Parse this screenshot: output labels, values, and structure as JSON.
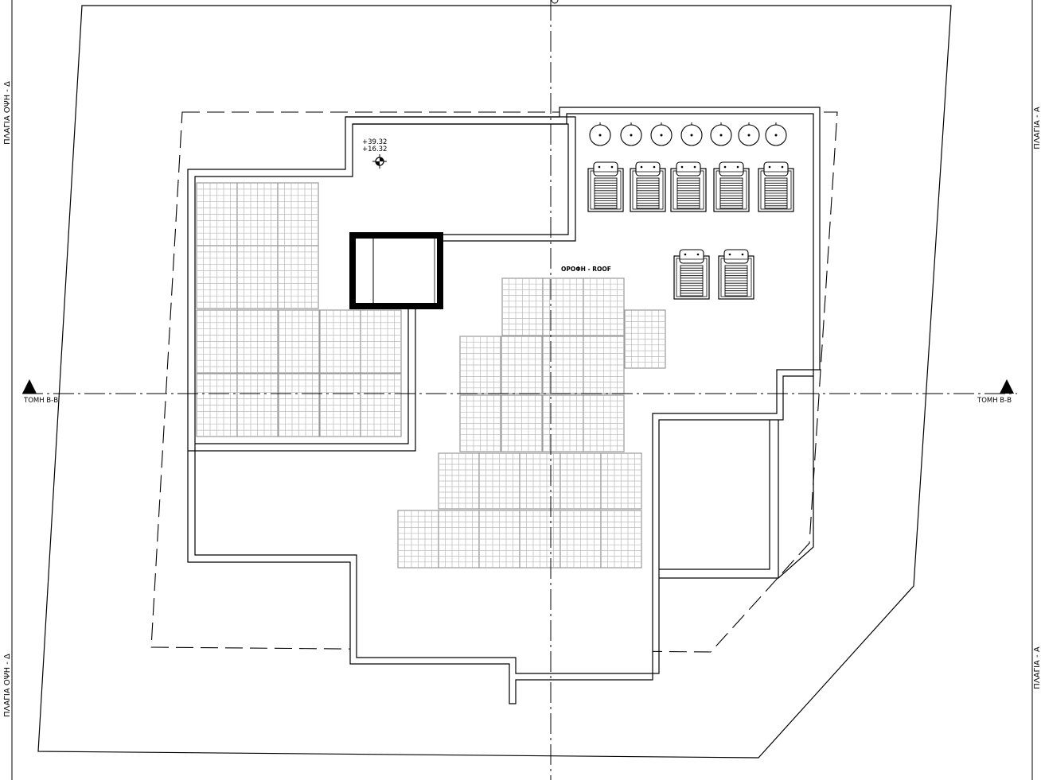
{
  "labels": {
    "side_view_d_top": "ΠΛΑΓΙΑ ΟΨΗ - Δ",
    "side_view_d_bottom": "ΠΛΑΓΙΑ ΟΨΗ - Δ",
    "side_a_top": "ΠΛΑΓΙΑ - Α",
    "side_a_bottom": "ΠΛΑΓΙΑ - Α",
    "section_left": "ΤΟΜΗ Β-Β",
    "section_right": "ΤΟΜΗ Β-Β",
    "level_top": "+39.32",
    "level_bottom": "+16.32",
    "roof": "ΟΡΟΦΗ - ROOF"
  },
  "colors": {
    "line": "#000000",
    "panel": "#9a9a9a",
    "panel_grid": "#b9b9b9",
    "background": "#ffffff"
  },
  "icons": {
    "section_marker": "section-marker-icon",
    "level_marker": "level-marker-icon",
    "water_tank": "water-tank-icon",
    "solar_water_heater": "solar-water-heater-icon",
    "solar_panel": "solar-panel-icon"
  }
}
